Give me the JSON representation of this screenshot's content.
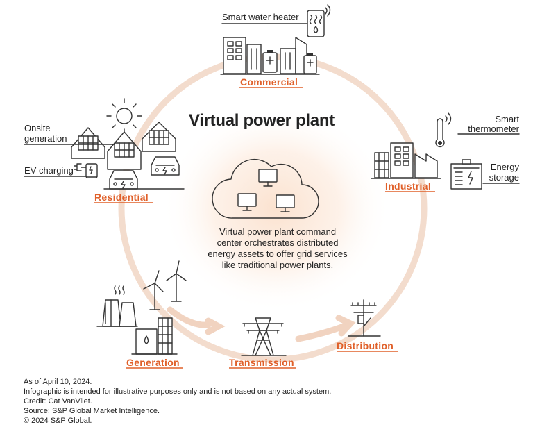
{
  "title": "Virtual power plant",
  "description_lines": [
    "Virtual power plant command",
    "center orchestrates distributed",
    "energy assets to offer grid services",
    "like traditional power plants."
  ],
  "categories": {
    "commercial": "Commercial",
    "residential": "Residential",
    "industrial": "Industrial",
    "generation": "Generation",
    "transmission": "Transmission",
    "distribution": "Distribution"
  },
  "labels": {
    "smart_water_heater": "Smart water heater",
    "onsite_generation_1": "Onsite",
    "onsite_generation_2": "generation",
    "ev_charging": "EV charging",
    "smart_thermometer_1": "Smart",
    "smart_thermometer_2": "thermometer",
    "energy_storage_1": "Energy",
    "energy_storage_2": "storage"
  },
  "footer_lines": [
    "As of April 10, 2024.",
    "Infographic is intended for illustrative purposes only and is not based on any actual system.",
    "Credit: Cat VanVliet.",
    "Source: S&P Global Market Intelligence.",
    "© 2024 S&P Global."
  ],
  "colors": {
    "accent": "#e0602a",
    "ring": "#f3dccd",
    "glow": "#fbe6d6",
    "ink": "#333333"
  },
  "icons": [
    "cloud-icon",
    "monitor-icon",
    "sun-icon",
    "solar-house-icon",
    "ev-car-icon",
    "ev-charger-icon",
    "office-building-icon",
    "battery-icon",
    "water-heater-icon",
    "thermometer-icon",
    "factory-icon",
    "energy-storage-icon",
    "power-plant-icon",
    "wind-turbine-icon",
    "transmission-tower-icon",
    "utility-pole-icon"
  ]
}
